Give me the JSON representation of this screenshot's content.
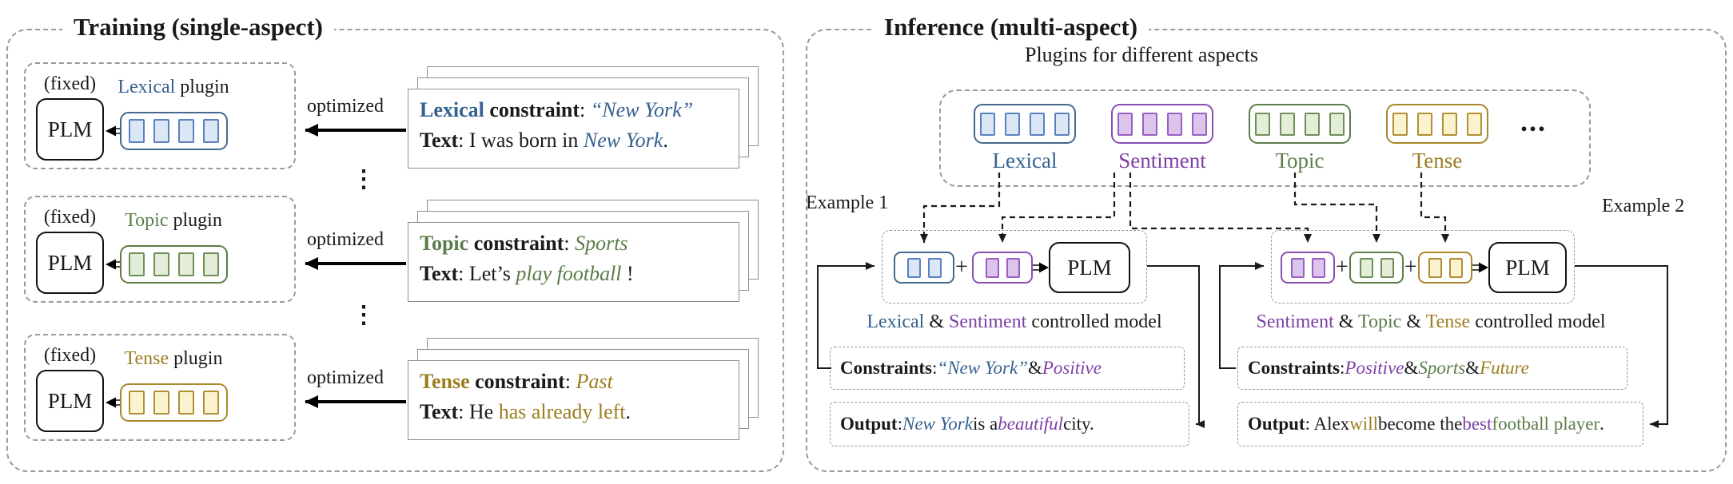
{
  "colors": {
    "lexical": "#34618e",
    "sentiment": "#7d3fa5",
    "topic": "#5c7d4a",
    "tense": "#9c7d1e",
    "black": "#1a1a1a"
  },
  "training": {
    "title": "Training (single-aspect)",
    "ellipsis": "⋮",
    "rows": [
      {
        "fixed_label": "(fixed)",
        "plm_label": "PLM",
        "cells": 4,
        "plugin_label": [
          {
            "t": "Lexical",
            "c": "lexical"
          },
          {
            "t": " plugin"
          }
        ],
        "optimized_label": "optimized",
        "card_line1": [
          {
            "t": "Lexical",
            "c": "lexical",
            "b": true
          },
          {
            "t": " constraint",
            "b": true
          },
          {
            "t": ": "
          },
          {
            "t": "“New York”",
            "c": "lexical",
            "i": true
          }
        ],
        "card_line2": [
          {
            "t": "Text",
            "b": true
          },
          {
            "t": ": I was born in "
          },
          {
            "t": "New York",
            "c": "lexical",
            "i": true
          },
          {
            "t": "."
          }
        ]
      },
      {
        "fixed_label": "(fixed)",
        "plm_label": "PLM",
        "cells": 4,
        "plugin_label": [
          {
            "t": "Topic",
            "c": "topic"
          },
          {
            "t": " plugin"
          }
        ],
        "optimized_label": "optimized",
        "card_line1": [
          {
            "t": "Topic",
            "c": "topic",
            "b": true
          },
          {
            "t": " constraint",
            "b": true
          },
          {
            "t": ": "
          },
          {
            "t": "Sports",
            "c": "topic",
            "i": true
          }
        ],
        "card_line2": [
          {
            "t": "Text",
            "b": true
          },
          {
            "t": ": Let’s "
          },
          {
            "t": "play football",
            "c": "topic",
            "i": true
          },
          {
            "t": " !"
          }
        ]
      },
      {
        "fixed_label": "(fixed)",
        "plm_label": "PLM",
        "cells": 4,
        "plugin_label": [
          {
            "t": "Tense",
            "c": "tense"
          },
          {
            "t": " plugin"
          }
        ],
        "optimized_label": "optimized",
        "card_line1": [
          {
            "t": "Tense",
            "c": "tense",
            "b": true
          },
          {
            "t": " constraint",
            "b": true
          },
          {
            "t": ": "
          },
          {
            "t": "Past",
            "c": "tense",
            "i": true
          }
        ],
        "card_line2": [
          {
            "t": "Text",
            "b": true
          },
          {
            "t": ": He "
          },
          {
            "t": "has already left",
            "c": "tense"
          },
          {
            "t": "."
          }
        ]
      }
    ]
  },
  "inference": {
    "title": "Inference (multi-aspect)",
    "plugins_title": "Plugins for different aspects",
    "more_dots": "...",
    "plus": "+",
    "plugins": [
      {
        "label": "Lexical",
        "aspect": "lexical",
        "cells": 4
      },
      {
        "label": "Sentiment",
        "aspect": "sentiment",
        "cells": 4
      },
      {
        "label": "Topic",
        "aspect": "topic",
        "cells": 4
      },
      {
        "label": "Tense",
        "aspect": "tense",
        "cells": 4
      }
    ],
    "examples": [
      {
        "label": "Example 1",
        "plm_label": "PLM",
        "pills": [
          {
            "aspect": "lexical",
            "cells": 2
          },
          {
            "aspect": "sentiment",
            "cells": 2
          }
        ],
        "caption": [
          {
            "t": "Lexical",
            "c": "lexical"
          },
          {
            "t": " & "
          },
          {
            "t": "Sentiment",
            "c": "sentiment"
          },
          {
            "t": " controlled model"
          }
        ],
        "constraints": [
          {
            "t": "Constraints",
            "b": true
          },
          {
            "t": ": "
          },
          {
            "t": "“New York”",
            "c": "lexical",
            "i": true
          },
          {
            "t": " & "
          },
          {
            "t": "Positive",
            "c": "sentiment",
            "i": true
          }
        ],
        "output": [
          {
            "t": "Output",
            "b": true
          },
          {
            "t": ": "
          },
          {
            "t": "New York",
            "c": "lexical",
            "i": true
          },
          {
            "t": " is a "
          },
          {
            "t": "beautiful",
            "c": "sentiment",
            "i": true
          },
          {
            "t": " city."
          }
        ]
      },
      {
        "label": "Example 2",
        "plm_label": "PLM",
        "pills": [
          {
            "aspect": "sentiment",
            "cells": 2
          },
          {
            "aspect": "topic",
            "cells": 2
          },
          {
            "aspect": "tense",
            "cells": 2
          }
        ],
        "caption": [
          {
            "t": "Sentiment",
            "c": "sentiment"
          },
          {
            "t": " & "
          },
          {
            "t": "Topic",
            "c": "topic"
          },
          {
            "t": " & "
          },
          {
            "t": "Tense",
            "c": "tense"
          },
          {
            "t": " controlled model"
          }
        ],
        "constraints": [
          {
            "t": "Constraints",
            "b": true
          },
          {
            "t": ": "
          },
          {
            "t": "Positive",
            "c": "sentiment",
            "i": true
          },
          {
            "t": " & "
          },
          {
            "t": "Sports",
            "c": "topic",
            "i": true
          },
          {
            "t": " & "
          },
          {
            "t": "Future",
            "c": "tense",
            "i": true
          }
        ],
        "output": [
          {
            "t": "Output",
            "b": true
          },
          {
            "t": ": Alex "
          },
          {
            "t": "will",
            "c": "tense"
          },
          {
            "t": " become the "
          },
          {
            "t": "best",
            "c": "sentiment"
          },
          {
            "t": " football player",
            "c": "topic"
          },
          {
            "t": "."
          }
        ]
      }
    ]
  }
}
